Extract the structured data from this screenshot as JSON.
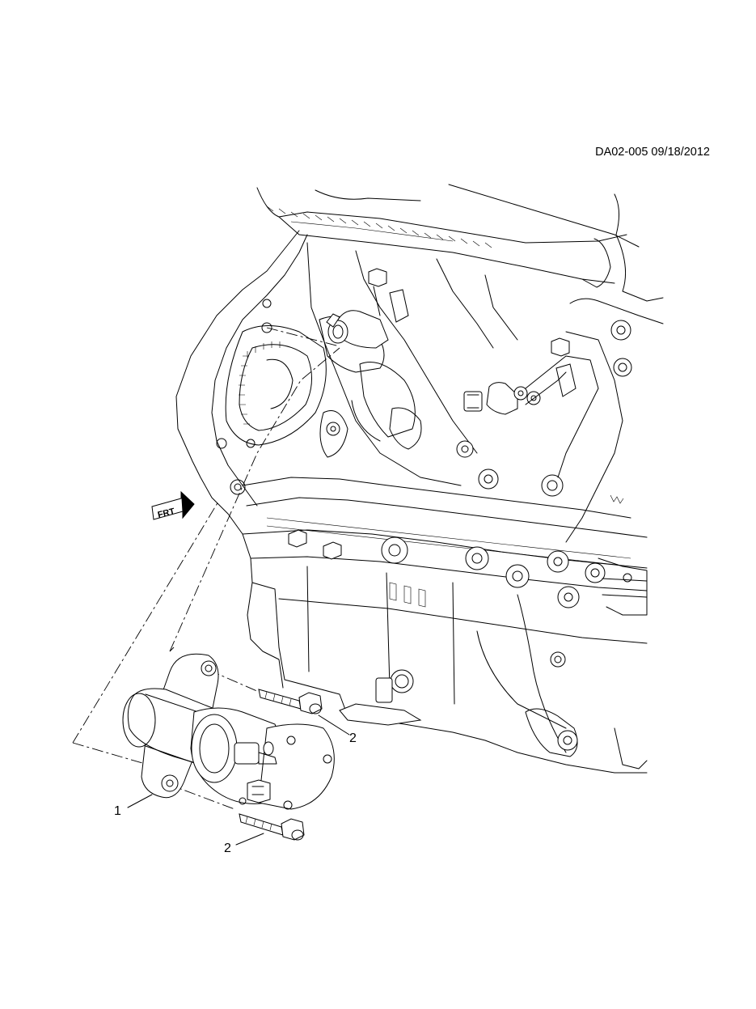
{
  "diagram": {
    "reference_code": "DA02-005 09/18/2012",
    "direction_label": "FRT",
    "callouts": [
      {
        "id": "1",
        "label": "1"
      },
      {
        "id": "2a",
        "label": "2"
      },
      {
        "id": "2b",
        "label": "2"
      }
    ]
  }
}
